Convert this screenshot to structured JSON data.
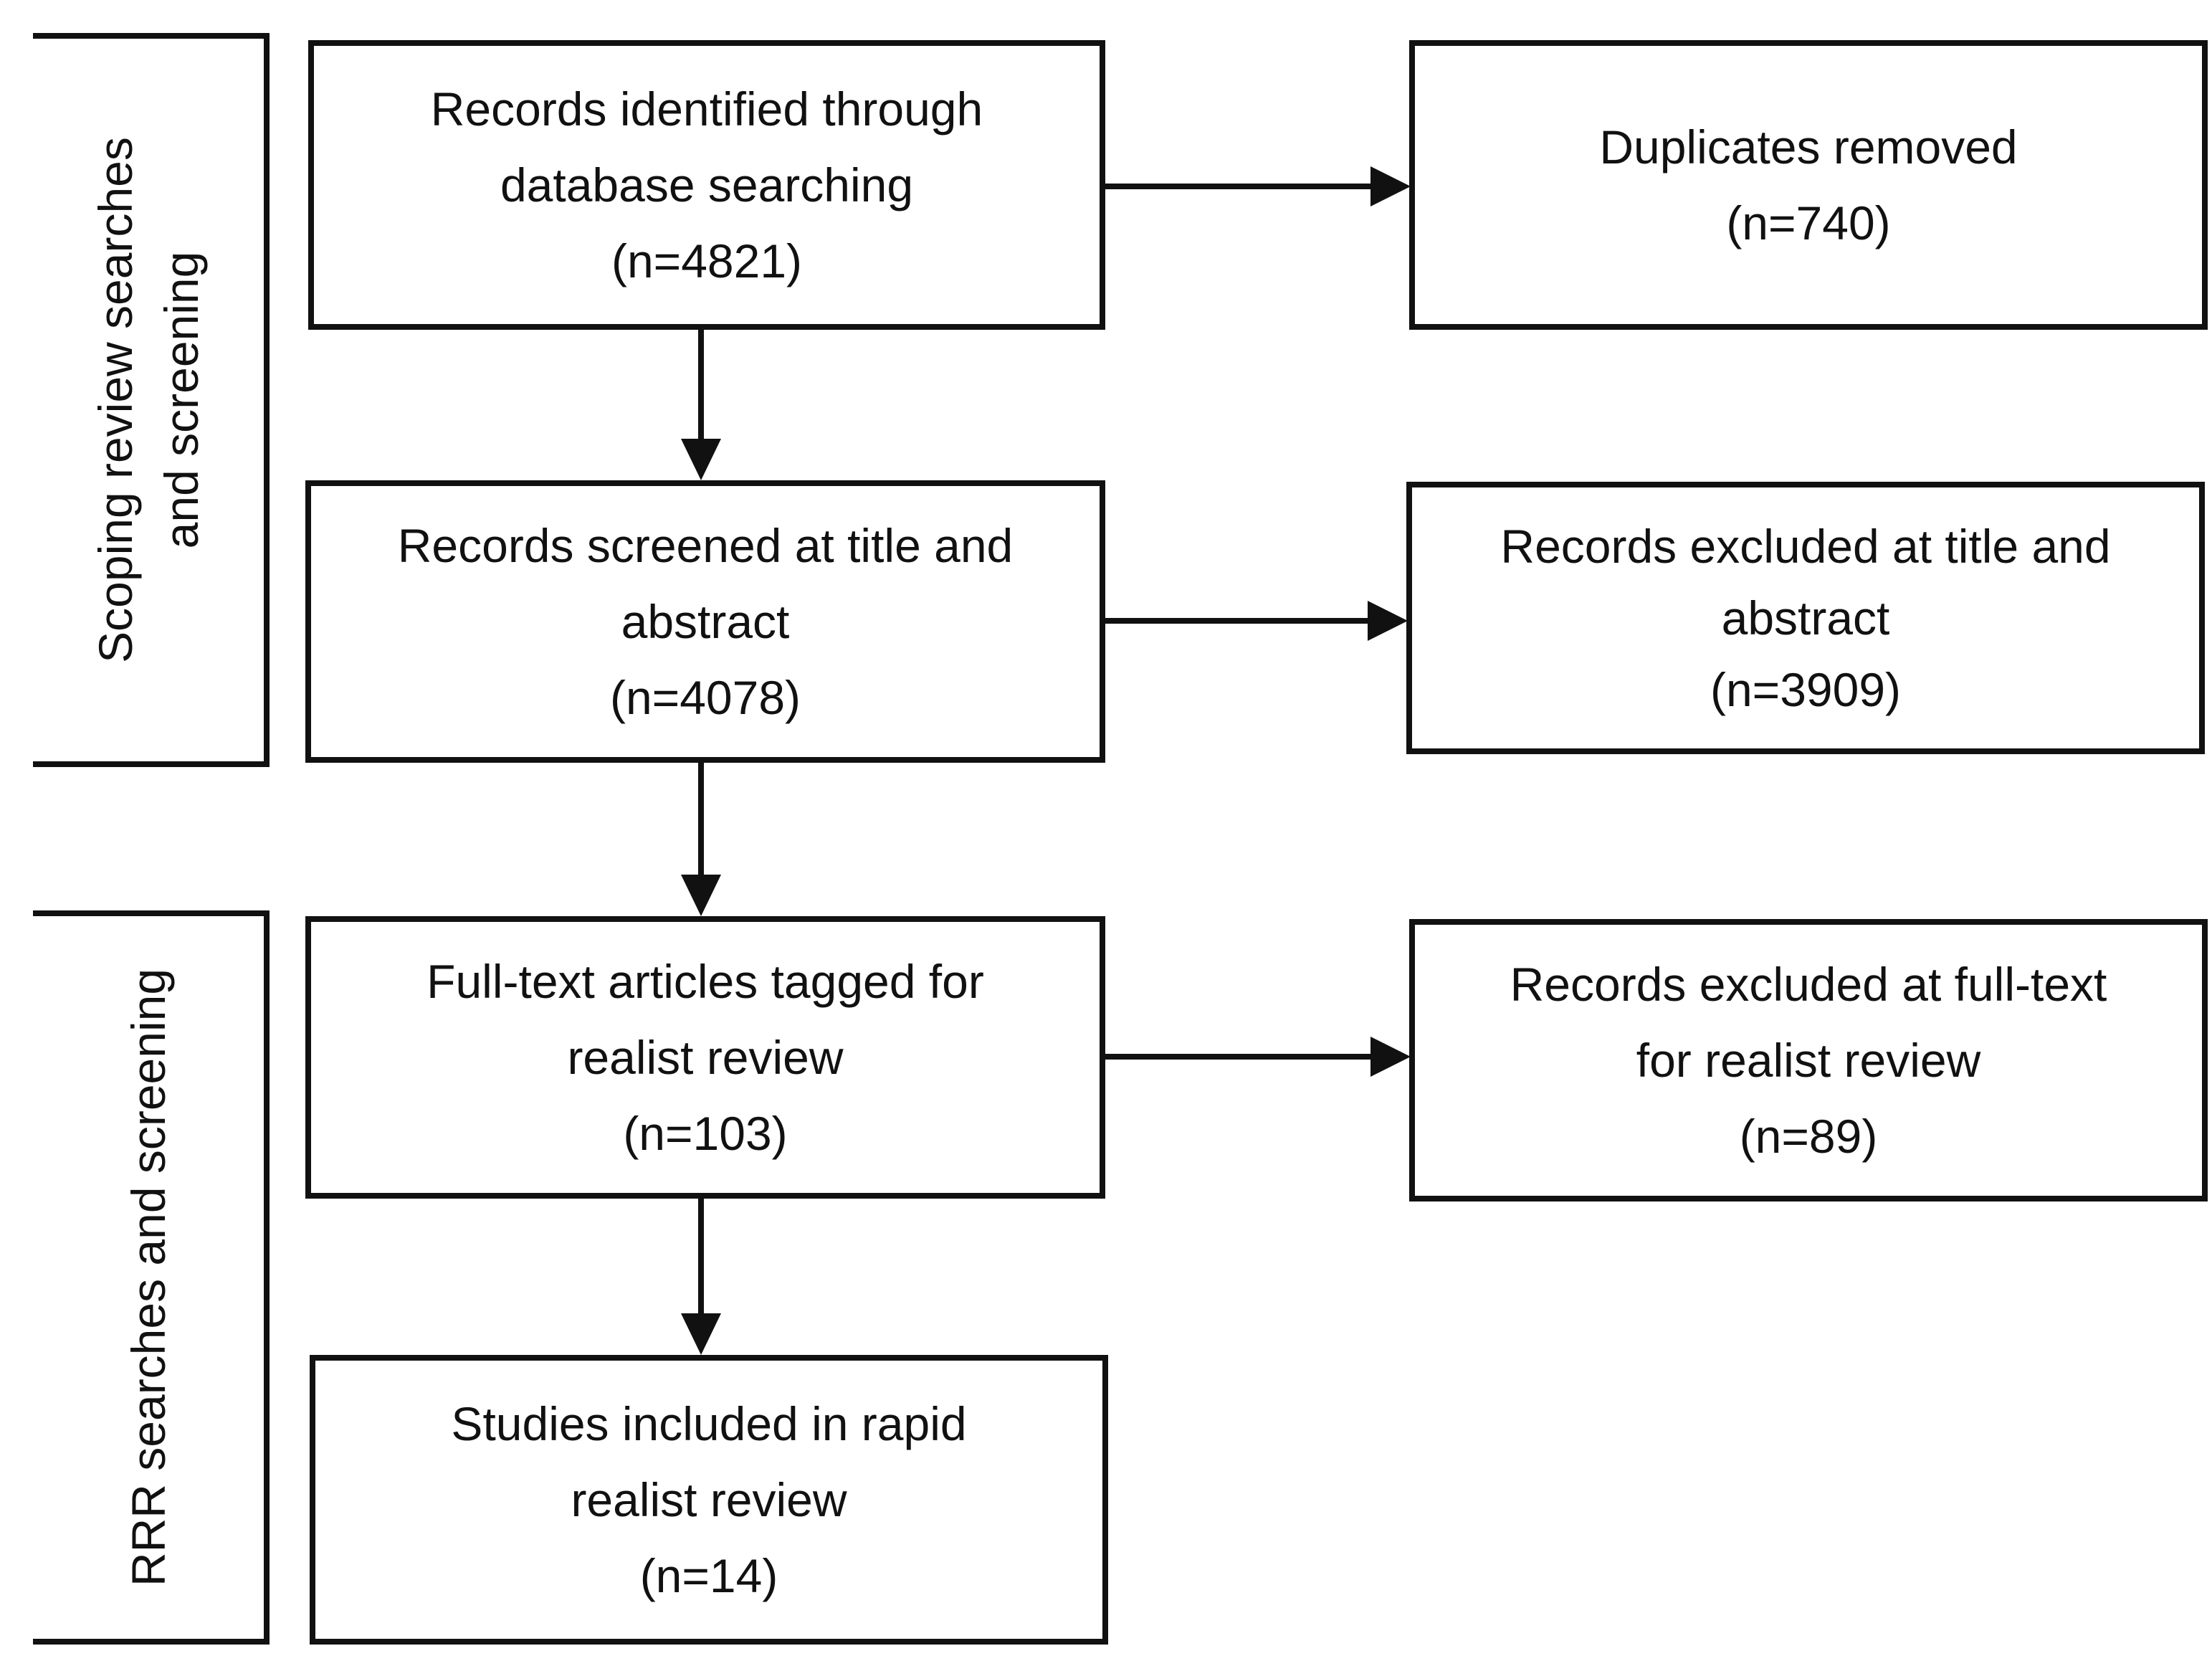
{
  "phases": [
    {
      "lines": [
        "Scoping review searches",
        "and screening"
      ]
    },
    {
      "lines": [
        "RRR searches and screening"
      ]
    }
  ],
  "main_flow": [
    {
      "lines": [
        "Records identified through",
        "database searching"
      ],
      "count": "(n=4821)"
    },
    {
      "lines": [
        "Records screened at title and",
        "abstract"
      ],
      "count": "(n=4078)"
    },
    {
      "lines": [
        "Full-text articles tagged for",
        "realist review"
      ],
      "count": "(n=103)"
    },
    {
      "lines": [
        "Studies included in rapid",
        "realist review"
      ],
      "count": "(n=14)"
    }
  ],
  "exclusions": [
    {
      "lines": [
        "Duplicates removed"
      ],
      "count": "(n=740)"
    },
    {
      "lines": [
        "Records excluded at title and",
        "abstract"
      ],
      "count": "(n=3909)"
    },
    {
      "lines": [
        "Records excluded at full-text",
        "for realist review"
      ],
      "count": "(n=89)"
    }
  ],
  "colors": {
    "line": "#111111",
    "background": "#ffffff"
  }
}
